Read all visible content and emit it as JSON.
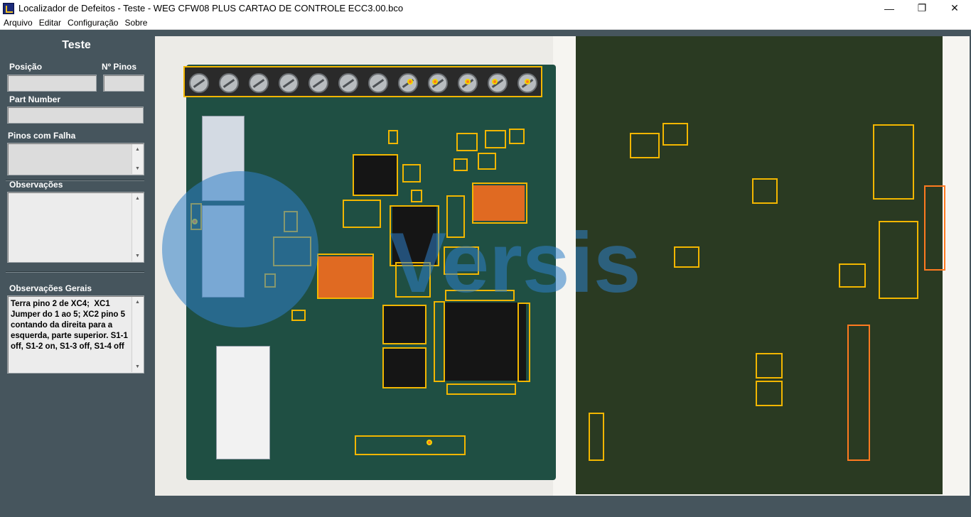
{
  "window": {
    "title": "Localizador de Defeitos - Teste - WEG CFW08 PLUS CARTAO DE CONTROLE ECC3.00.bco",
    "minimize": "—",
    "maximize": "❐",
    "close": "✕"
  },
  "menu": {
    "items": [
      "Arquivo",
      "Editar",
      "Configuração",
      "Sobre"
    ]
  },
  "panel": {
    "title": "Teste",
    "posicao_label": "Posição",
    "posicao_value": "",
    "pinos_label": "Nº Pinos",
    "pinos_value": "",
    "part_number_label": "Part Number",
    "part_number_value": "",
    "pinos_falha_label": "Pinos com Falha",
    "pinos_falha_value": "",
    "observacoes_label": "Observações",
    "observacoes_value": "",
    "obs_gerais_label": "Observações Gerais",
    "obs_gerais_value": "Terra pino 2 de XC4;  XC1 Jumper do 1 ao 5; XC2 pino 5 contando da direita para a esquerda, parte superior. S1-1 off, S1-2 on, S1-3 off, S1-4 off"
  },
  "board": {
    "watermark_text": "Versis",
    "colors": {
      "highlight": "#f2b600",
      "pcb_top": "#1f4f43",
      "pcb_bottom": "#2a3a22",
      "watermark": "#2f7fc8"
    }
  }
}
